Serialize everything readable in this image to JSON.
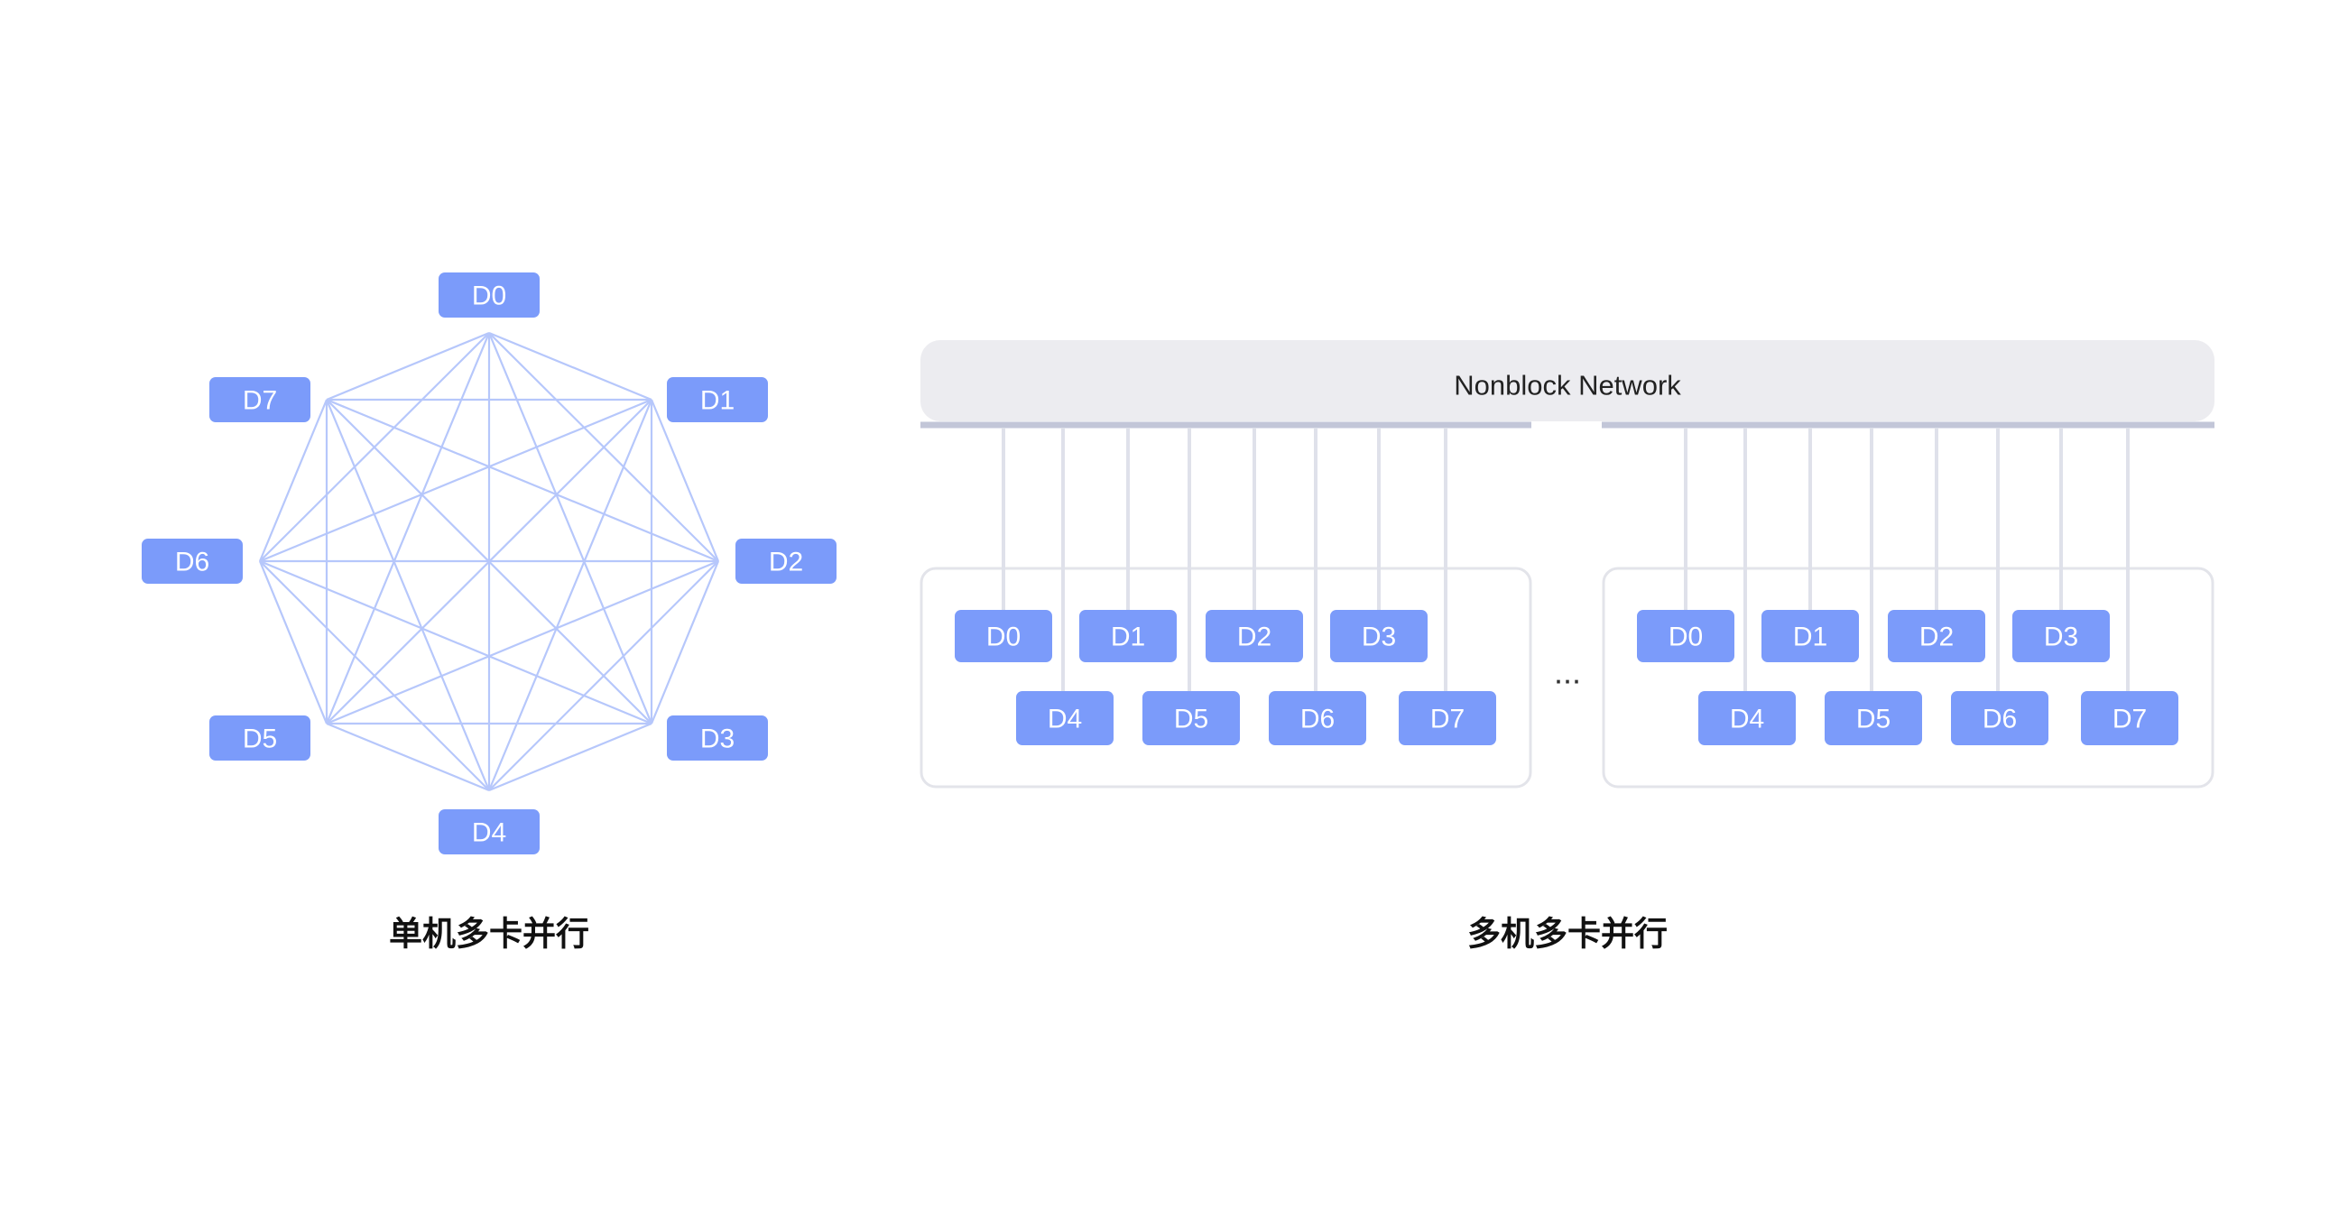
{
  "single_machine": {
    "caption": "单机多卡并行",
    "devices": [
      "D0",
      "D1",
      "D2",
      "D3",
      "D4",
      "D5",
      "D6",
      "D7"
    ]
  },
  "multi_machine": {
    "caption": "多机多卡并行",
    "network_label": "Nonblock Network",
    "ellipsis": "...",
    "machines": [
      {
        "devices": [
          "D0",
          "D1",
          "D2",
          "D3",
          "D4",
          "D5",
          "D6",
          "D7"
        ]
      },
      {
        "devices": [
          "D0",
          "D1",
          "D2",
          "D3",
          "D4",
          "D5",
          "D6",
          "D7"
        ]
      }
    ]
  },
  "colors": {
    "device": "#7b9bfa",
    "mesh_line": "#b6c7fb",
    "network_bar": "#ececf0",
    "bus": "#c2c6d8",
    "drop_line": "#dfe1ea",
    "machine_border": "#e3e4ea"
  }
}
